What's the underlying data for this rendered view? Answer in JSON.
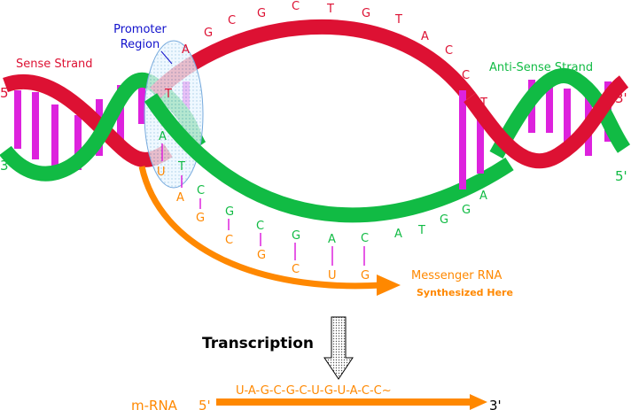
{
  "labels": {
    "sense_strand": "Sense Strand",
    "antisense_strand": "Anti-Sense Strand",
    "promoter_line1": "Promoter",
    "promoter_line2": "Region",
    "messenger_line1": "Messenger RNA",
    "messenger_line2": "Synthesized Here",
    "transcription": "Transcription",
    "mrna_label": "m-RNA",
    "mrna_sequence": "U-A-G-C-G-C-U-G-U-A-C-C~"
  },
  "ends": {
    "left_top": "5'",
    "left_bottom": "3'",
    "right_top": "3'",
    "right_bottom": "5'",
    "mrna_left": "5'",
    "mrna_right": "3'"
  },
  "sense_bases": [
    "T",
    "A",
    "G",
    "C",
    "G",
    "C",
    "T",
    "G",
    "T",
    "A",
    "C",
    "C",
    "T"
  ],
  "antisense_bases": [
    "A",
    "T",
    "C",
    "G",
    "C",
    "G",
    "A",
    "C",
    "A",
    "T",
    "G",
    "G",
    "A"
  ],
  "rna_bases": [
    "U",
    "A",
    "G",
    "C",
    "G",
    "C",
    "U",
    "G"
  ],
  "colors": {
    "sense": "#dd1133",
    "antisense": "#11bb44",
    "rungs": "#dd22dd",
    "rna": "#ff8800",
    "promoter": "#1111cc",
    "text": "#000000"
  }
}
